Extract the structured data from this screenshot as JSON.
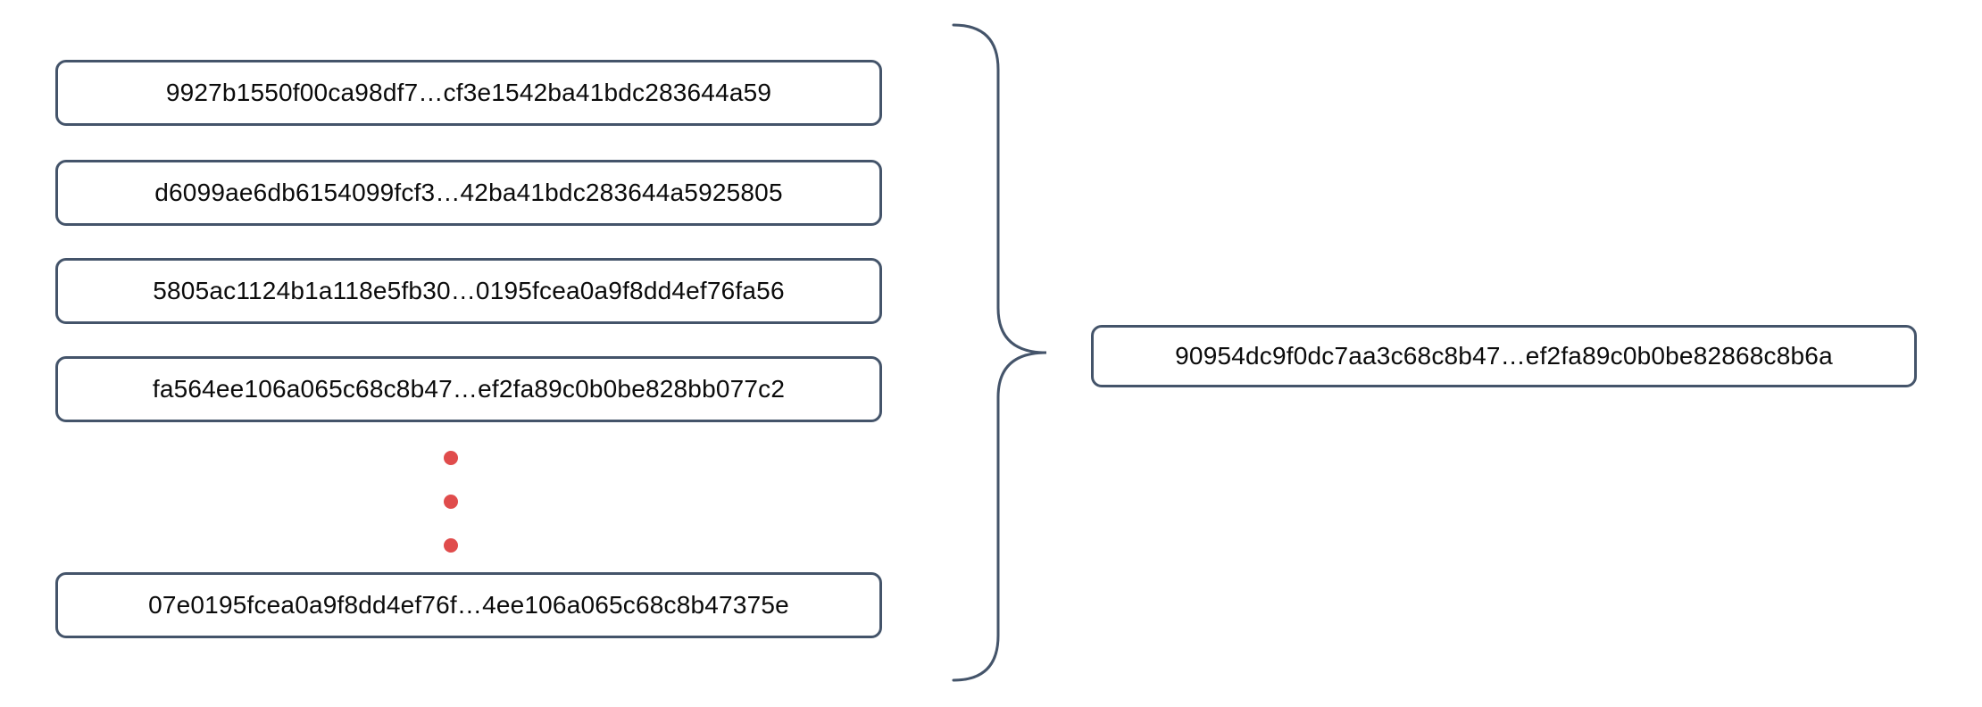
{
  "colors": {
    "border": "#44546A",
    "dot": "#E04C4C",
    "text": "#0b0b0b",
    "background": "#ffffff"
  },
  "left_column": {
    "boxes": [
      {
        "label": "9927b1550f00ca98df7…cf3e1542ba41bdc283644a59"
      },
      {
        "label": "d6099ae6db6154099fcf3…42ba41bdc283644a5925805"
      },
      {
        "label": "5805ac1124b1a118e5fb30…0195fcea0a9f8dd4ef76fa56"
      },
      {
        "label": "fa564ee106a065c68c8b47…ef2fa89c0b0be828bb077c2"
      },
      {
        "label": "07e0195fcea0a9f8dd4ef76f…4ee106a065c68c8b47375e"
      }
    ],
    "ellipsis_dots": 3
  },
  "result_box": {
    "label": "90954dc9f0dc7aa3c68c8b47…ef2fa89c0b0be82868c8b6a"
  }
}
